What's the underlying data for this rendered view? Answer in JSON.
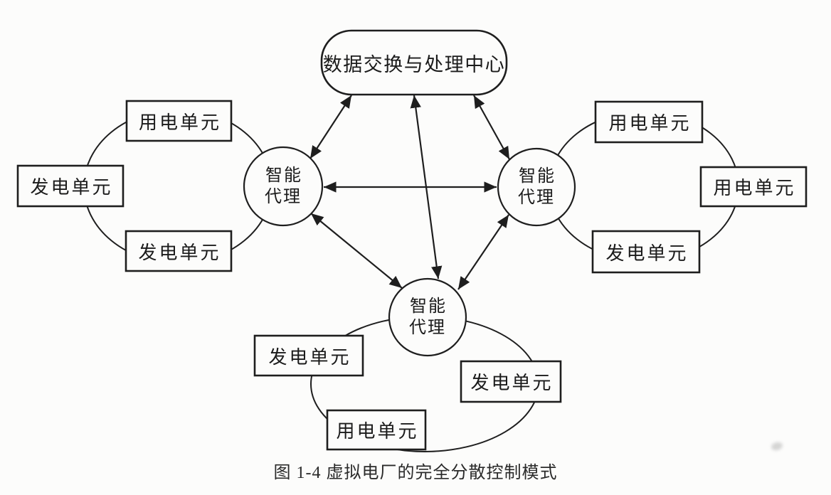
{
  "figure": {
    "caption": "图 1-4 虚拟电厂的完全分散控制模式"
  },
  "diagram": {
    "center_node": "数据交换与处理中心",
    "agent_label": "智能\n代理",
    "clusters": {
      "left": {
        "top": "用电单元",
        "side": "发电单元",
        "bottom": "发电单元"
      },
      "right": {
        "top": "用电单元",
        "side": "用电单元",
        "bottom": "发电单元"
      },
      "bottom": {
        "left": "发电单元",
        "right": "发电单元",
        "bottom": "用电单元"
      }
    }
  },
  "colors": {
    "line": "#1e1e1e",
    "paper": "#fcfcfb"
  }
}
